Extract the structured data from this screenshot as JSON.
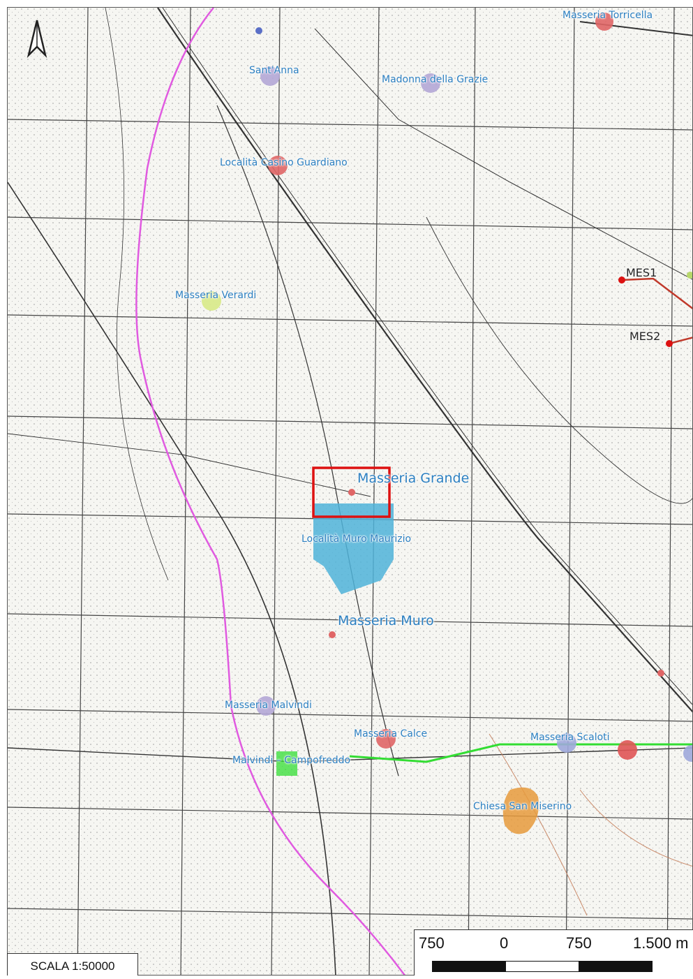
{
  "map": {
    "north_arrow": "north-arrow-icon",
    "places": [
      {
        "id": "masseria-torricella",
        "name": "Masseria Torricella",
        "color": "#e06666",
        "size": "normal"
      },
      {
        "id": "sant-anna",
        "name": "Sant'Anna",
        "color": "#b4a7d6",
        "size": "normal"
      },
      {
        "id": "madonna-della-grazie",
        "name": "Madonna della Grazie",
        "color": "#b4a7d6",
        "size": "normal"
      },
      {
        "id": "localita-casino-guardiano",
        "name": "Località Casino Guardiano",
        "color": "#e06666",
        "size": "normal"
      },
      {
        "id": "masseria-verardi",
        "name": "Masseria Verardi",
        "color": "#d9ea8c",
        "size": "normal"
      },
      {
        "id": "masseria-grande",
        "name": "Masseria Grande",
        "color": "#e06666",
        "size": "big"
      },
      {
        "id": "localita-muro-maurizio",
        "name": "Località Muro Maurizio",
        "color": "#4fb3d9",
        "size": "normal"
      },
      {
        "id": "masseria-muro",
        "name": "Masseria Muro",
        "color": "#e06666",
        "size": "big"
      },
      {
        "id": "masseria-malvindi",
        "name": "Masseria Malvindi",
        "color": "#b4a7d6",
        "size": "normal"
      },
      {
        "id": "masseria-calce",
        "name": "Masseria Calce",
        "color": "#e06666",
        "size": "normal"
      },
      {
        "id": "malvindi-campofreddo",
        "name": "Malvindi – Campofreddo",
        "color": "#33dd33",
        "size": "normal"
      },
      {
        "id": "masseria-scaloti",
        "name": "Masseria Scaloti",
        "color": "#9fa8da",
        "size": "normal"
      },
      {
        "id": "chiesa-san-miserino",
        "name": "Chiesa San Miserino",
        "color": "#e69a3c",
        "size": "normal"
      }
    ],
    "mes_points": [
      {
        "id": "mes1",
        "name": "MES1",
        "color": "#dd1111"
      },
      {
        "id": "mes2",
        "name": "MES2",
        "color": "#dd1111"
      }
    ],
    "colors": {
      "pipeline": "#e05ae0",
      "line_green": "#33dd33",
      "line_red": "#c0392b",
      "area_blue": "#4fb3d9",
      "area_orange": "#e69a3c",
      "study_box": "#dd1111",
      "label_blue": "#2b7fc0"
    }
  },
  "scale": {
    "label": "SCALA 1:50000",
    "ticks": [
      "750",
      "0",
      "750",
      "1.500 m"
    ]
  }
}
